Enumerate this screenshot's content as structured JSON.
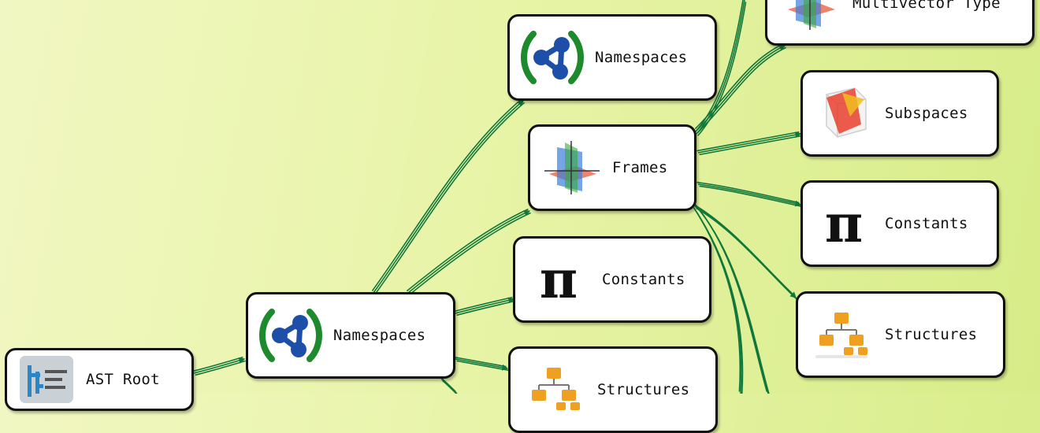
{
  "diagram": {
    "nodes": {
      "ast_root": {
        "label": "AST Root",
        "icon": "ast-tree-icon"
      },
      "namespaces_main": {
        "label": "Namespaces",
        "icon": "namespace-molecule-icon"
      },
      "namespaces_child": {
        "label": "Namespaces",
        "icon": "namespace-molecule-icon"
      },
      "frames": {
        "label": "Frames",
        "icon": "frame-planes-icon"
      },
      "constants_mid": {
        "label": "Constants",
        "icon": "pi-icon"
      },
      "structures_mid": {
        "label": "Structures",
        "icon": "structure-hierarchy-icon"
      },
      "multivector_type": {
        "label": "Multivector Type",
        "icon": "multivector-planes-icon"
      },
      "subspaces": {
        "label": "Subspaces",
        "icon": "subspace-cube-icon"
      },
      "constants_right": {
        "label": "Constants",
        "icon": "pi-icon"
      },
      "structures_right": {
        "label": "Structures",
        "icon": "structure-hierarchy-icon"
      }
    },
    "icons": {
      "pi_glyph": "π"
    },
    "colors": {
      "edge": "#11773a",
      "bracket_green": "#1e8a2e",
      "molecule_blue": "#1e4fa8",
      "hierarchy_orange": "#f0a020"
    }
  }
}
